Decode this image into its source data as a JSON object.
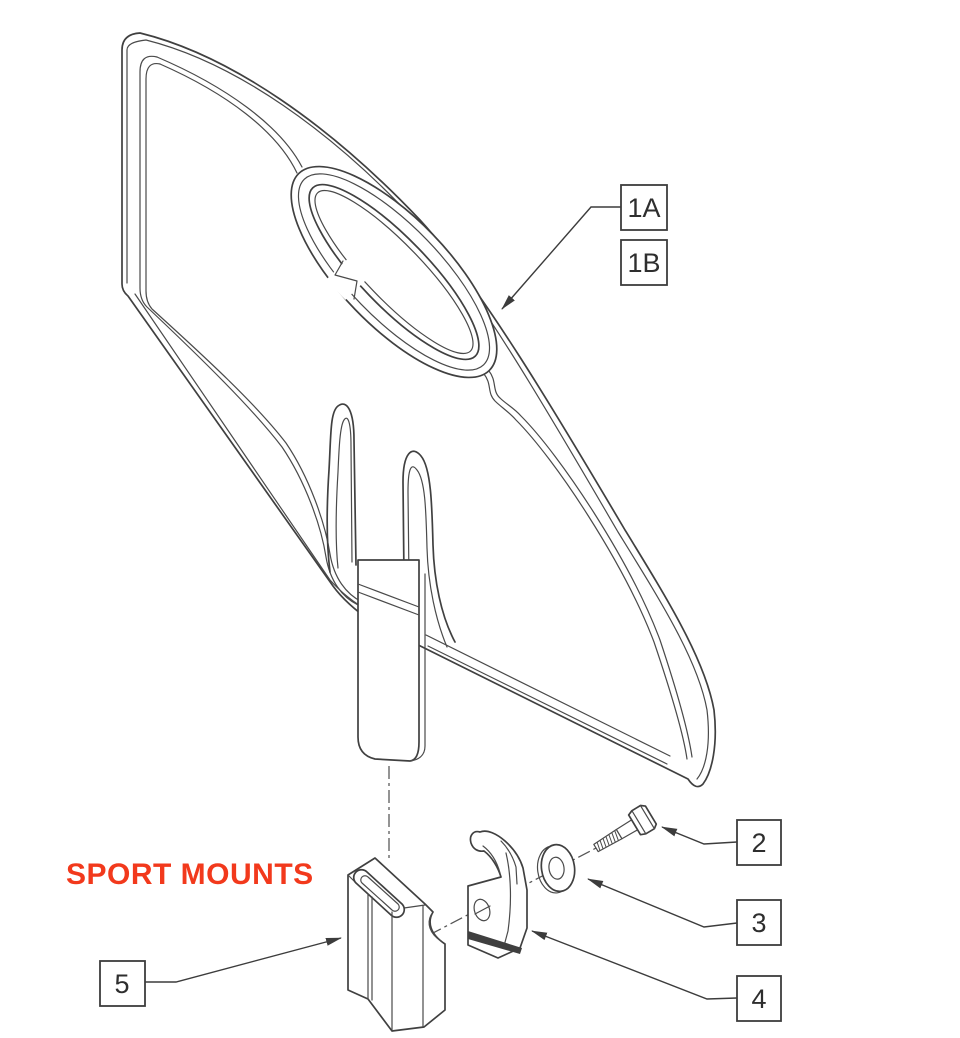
{
  "figure": {
    "heading": {
      "text": "SPORT MOUNTS",
      "color": "#f2391c"
    },
    "line_color": "#404040",
    "background": "#ffffff",
    "callouts": [
      {
        "id": "1A",
        "label": "1A"
      },
      {
        "id": "1B",
        "label": "1B"
      },
      {
        "id": "2",
        "label": "2"
      },
      {
        "id": "3",
        "label": "3"
      },
      {
        "id": "4",
        "label": "4"
      },
      {
        "id": "5",
        "label": "5"
      }
    ]
  }
}
